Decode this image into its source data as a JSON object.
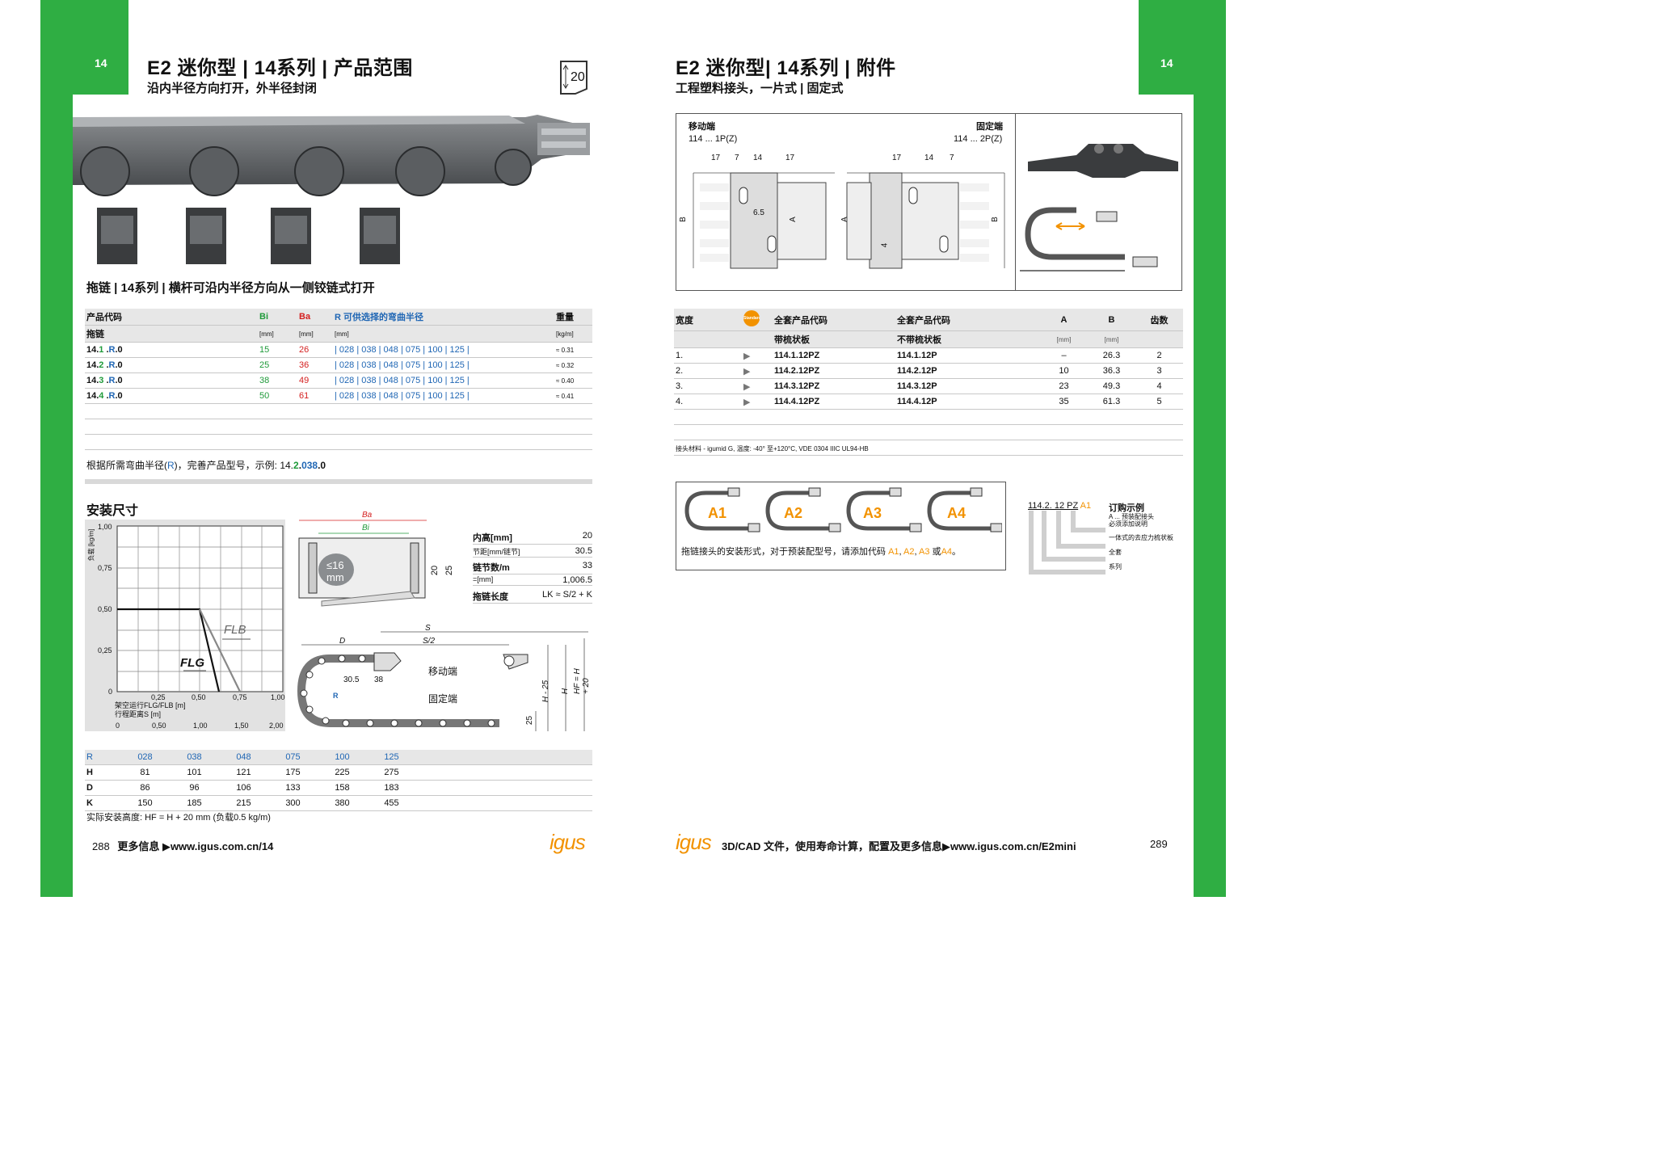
{
  "left": {
    "page_tab": "14",
    "title": "E2 迷你型 | 14系列 | 产品范围",
    "subtitle": "沿内半径方向打开，外半径封闭",
    "badge": "20",
    "section_title": "拖链 | 14系列 | 横杆可沿内半径方向从一侧铰链式打开",
    "table_header": {
      "code": "产品代码",
      "code2": "拖链",
      "bi": "Bi",
      "ba": "Ba",
      "r": "R 可供选择的弯曲半径",
      "weight": "重量",
      "unit_bi": "[mm]",
      "unit_ba": "[mm]",
      "unit_r": "[mm]",
      "unit_w": "[kg/m]"
    },
    "rows": [
      {
        "prefix": "14.",
        "n": "1",
        "dot": ".",
        "r": "R",
        "suffix": ".0",
        "bi": "15",
        "ba": "26",
        "radii": "| 028 | 038 | 048 | 075 | 100 | 125 |",
        "w": "≈ 0.31"
      },
      {
        "prefix": "14.",
        "n": "2",
        "dot": ".",
        "r": "R",
        "suffix": ".0",
        "bi": "25",
        "ba": "36",
        "radii": "| 028 | 038 | 048 | 075 | 100 | 125 |",
        "w": "≈ 0.32"
      },
      {
        "prefix": "14.",
        "n": "3",
        "dot": ".",
        "r": "R",
        "suffix": ".0",
        "bi": "38",
        "ba": "49",
        "radii": "| 028 | 038 | 048 | 075 | 100 | 125 |",
        "w": "≈ 0.40"
      },
      {
        "prefix": "14.",
        "n": "4",
        "dot": ".",
        "r": "R",
        "suffix": ".0",
        "bi": "50",
        "ba": "61",
        "radii": "| 028 | 038 | 048 | 075 | 100 | 125 |",
        "w": "≈ 0.41"
      }
    ],
    "note_a": "根据所需弯曲半径(",
    "note_r": "R",
    "note_b": ")，完善产品型号，示例: 14.",
    "note_2": "2",
    "note_c": ".",
    "note_038": "038",
    "note_d": ".0",
    "install_title": "安装尺寸",
    "chart": {
      "ylabel": "负载 [kg/m]",
      "yticks": [
        "1,00",
        "0,75",
        "0,50",
        "0,25",
        "0"
      ],
      "xticks": [
        "0,25",
        "0,50",
        "0,75",
        "1,00"
      ],
      "x2ticks": [
        "0",
        "0,50",
        "1,00",
        "1,50",
        "2,00"
      ],
      "xlabel1": "架空运行FLG/FLB [m]",
      "xlabel2": "行程距离S [m]",
      "flb": "FLB",
      "flg": "FLG"
    },
    "cross": {
      "ba": "Ba",
      "bi": "Bi",
      "le": "≤16",
      "mm": "mm",
      "h20": "20",
      "h25": "25"
    },
    "specs": [
      {
        "k": "内高[mm]",
        "v": "20"
      },
      {
        "k": "节距[mm/链节]",
        "v": "30.5"
      },
      {
        "k": "链节数/m",
        "v": "33"
      },
      {
        "k": "=[mm]",
        "v": "1,006.5"
      },
      {
        "k": "拖链长度",
        "v": "LK ≈ S/2 + K"
      }
    ],
    "install": {
      "s": "S",
      "s2": "S/2",
      "d": "D",
      "moving": "移动端",
      "fixed": "固定端",
      "r": "R",
      "d305": "30.5",
      "d38": "38",
      "h25": "H - 25",
      "h": "H",
      "hf": "HF = H + 20",
      "c25": "25"
    },
    "dim_table": {
      "header": [
        "R",
        "028",
        "038",
        "048",
        "075",
        "100",
        "125"
      ],
      "rows": [
        [
          "H",
          "81",
          "101",
          "121",
          "175",
          "225",
          "275"
        ],
        [
          "D",
          "86",
          "96",
          "106",
          "133",
          "158",
          "183"
        ],
        [
          "K",
          "150",
          "185",
          "215",
          "300",
          "380",
          "455"
        ]
      ]
    },
    "footnote": "实际安装高度: HF = H + 20 mm (负载0.5 kg/m)",
    "footer_num": "288",
    "footer_text": "更多信息 ▶www.igus.com.cn/14",
    "logo": "igus"
  },
  "right": {
    "page_tab": "14",
    "title": "E2 迷你型| 14系列 | 附件",
    "subtitle": "工程塑料接头，一片式 | 固定式",
    "drawing": {
      "moving": "移动端",
      "moving_code": "114 ... 1P(Z)",
      "fixed": "固定端",
      "fixed_code": "114 ... 2P(Z)",
      "d17a": "17",
      "d7a": "7",
      "d14a": "14",
      "d17b": "17",
      "d17c": "17",
      "d14b": "14",
      "d7b": "7",
      "d65": "6.5",
      "a1": "A",
      "a2": "A",
      "b1": "B",
      "b2": "B",
      "d4": "4"
    },
    "table_header": {
      "width": "宽度",
      "standard": "Standard",
      "full1": "全套产品代码",
      "full1b": "带梳状板",
      "full2": "全套产品代码",
      "full2b": "不带梳状板",
      "a": "A",
      "b": "B",
      "teeth": "齿数",
      "ua": "[mm]",
      "ub": "[mm]"
    },
    "rows": [
      {
        "no": "1.",
        "c1": "114.1.12PZ",
        "c2": "114.1.12P",
        "a": "–",
        "b": "26.3",
        "t": "2"
      },
      {
        "no": "2.",
        "c1": "114.2.12PZ",
        "c2": "114.2.12P",
        "a": "10",
        "b": "36.3",
        "t": "3"
      },
      {
        "no": "3.",
        "c1": "114.3.12PZ",
        "c2": "114.3.12P",
        "a": "23",
        "b": "49.3",
        "t": "4"
      },
      {
        "no": "4.",
        "c1": "114.4.12PZ",
        "c2": "114.4.12P",
        "a": "35",
        "b": "61.3",
        "t": "5"
      }
    ],
    "material": "接头材料 - igumid G, 温度: -40° 至+120°C, VDE 0304 IIIC UL94-HB",
    "variants": [
      "A1",
      "A2",
      "A3",
      "A4"
    ],
    "variant_text_a": "拖链接头的安装形式，对于预装配型号，请添加代码 ",
    "variant_text_b": "A1",
    "variant_text_c": ", ",
    "variant_text_d": "A2",
    "variant_text_e": ", ",
    "variant_text_f": "A3",
    "variant_text_g": " 或",
    "variant_text_h": "A4",
    "variant_text_i": "。",
    "order_code": "114.2. 12 PZ",
    "order_code_a1": "A1",
    "order_title": "订购示例",
    "order_items": [
      "A ... 预装配接头",
      "必须添加说明",
      "一体式的去应力梳状板",
      "全套",
      "系列"
    ],
    "footer_text": "3D/CAD 文件，使用寿命计算，配置及更多信息▶www.igus.com.cn/E2mini",
    "footer_num": "289",
    "logo": "igus"
  },
  "colors": {
    "green": "#2fae43",
    "orange": "#f29200",
    "blue": "#1f66b4",
    "red": "#d42020"
  }
}
